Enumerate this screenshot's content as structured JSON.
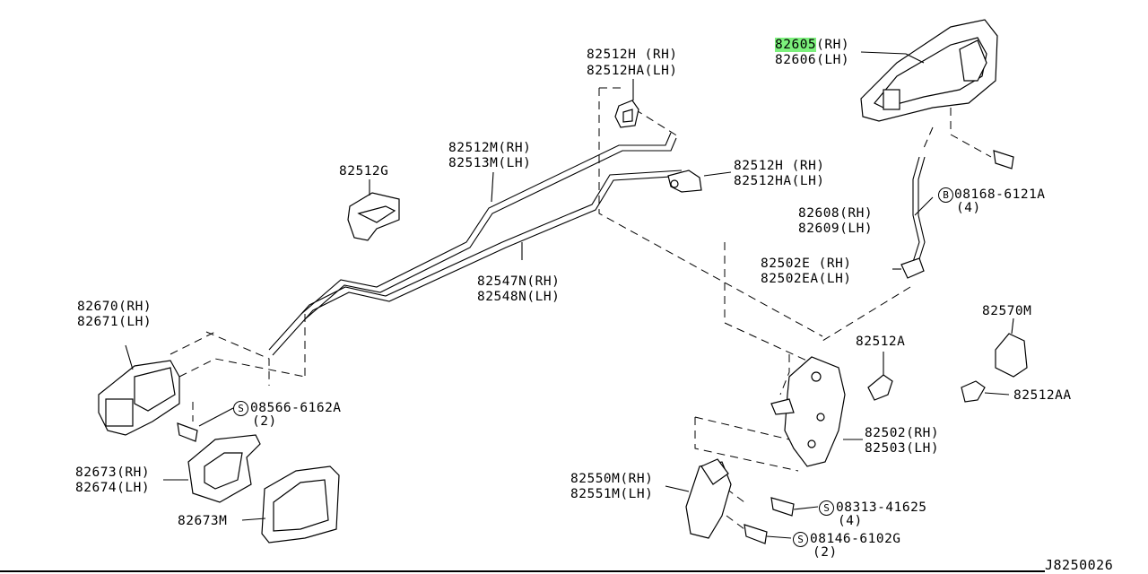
{
  "labels": {
    "p82605": "82605",
    "p82605_side": "(RH)",
    "p82606": "82606(LH)",
    "p82512h_top_rh": "82512H (RH)",
    "p82512ha_top_lh": "82512HA(LH)",
    "p82512m": "82512M(RH)",
    "p82513m": "82513M(LH)",
    "p82512g": "82512G",
    "p82512h_mid_rh": "82512H (RH)",
    "p82512ha_mid_lh": "82512HA(LH)",
    "b_bolt": "08168-6121A",
    "b_bolt_qty": "(4)",
    "p82608": "82608(RH)",
    "p82609": "82609(LH)",
    "p82547n": "82547N(RH)",
    "p82548n": "82548N(LH)",
    "p82502e": "82502E (RH)",
    "p82502ea": "82502EA(LH)",
    "p82570m": "82570M",
    "p82670": "82670(RH)",
    "p82671": "82671(LH)",
    "p82512a": "82512A",
    "p82512aa": "82512AA",
    "s_screw1": "08566-6162A",
    "s_screw1_qty": "(2)",
    "p82502": "82502(RH)",
    "p82503": "82503(LH)",
    "p82673": "82673(RH)",
    "p82674": "82674(LH)",
    "p82550m": "82550M(RH)",
    "p82551m": "82551M(LH)",
    "s_screw2": "08313-41625",
    "s_screw2_qty": "(4)",
    "p82673m": "82673M",
    "s_screw3": "08146-6102G",
    "s_screw3_qty": "(2)",
    "diagram_id": "J8250026"
  },
  "markers": {
    "bolt_marker": "B",
    "screw_marker": "S"
  },
  "highlight_color": "#7cf07c"
}
